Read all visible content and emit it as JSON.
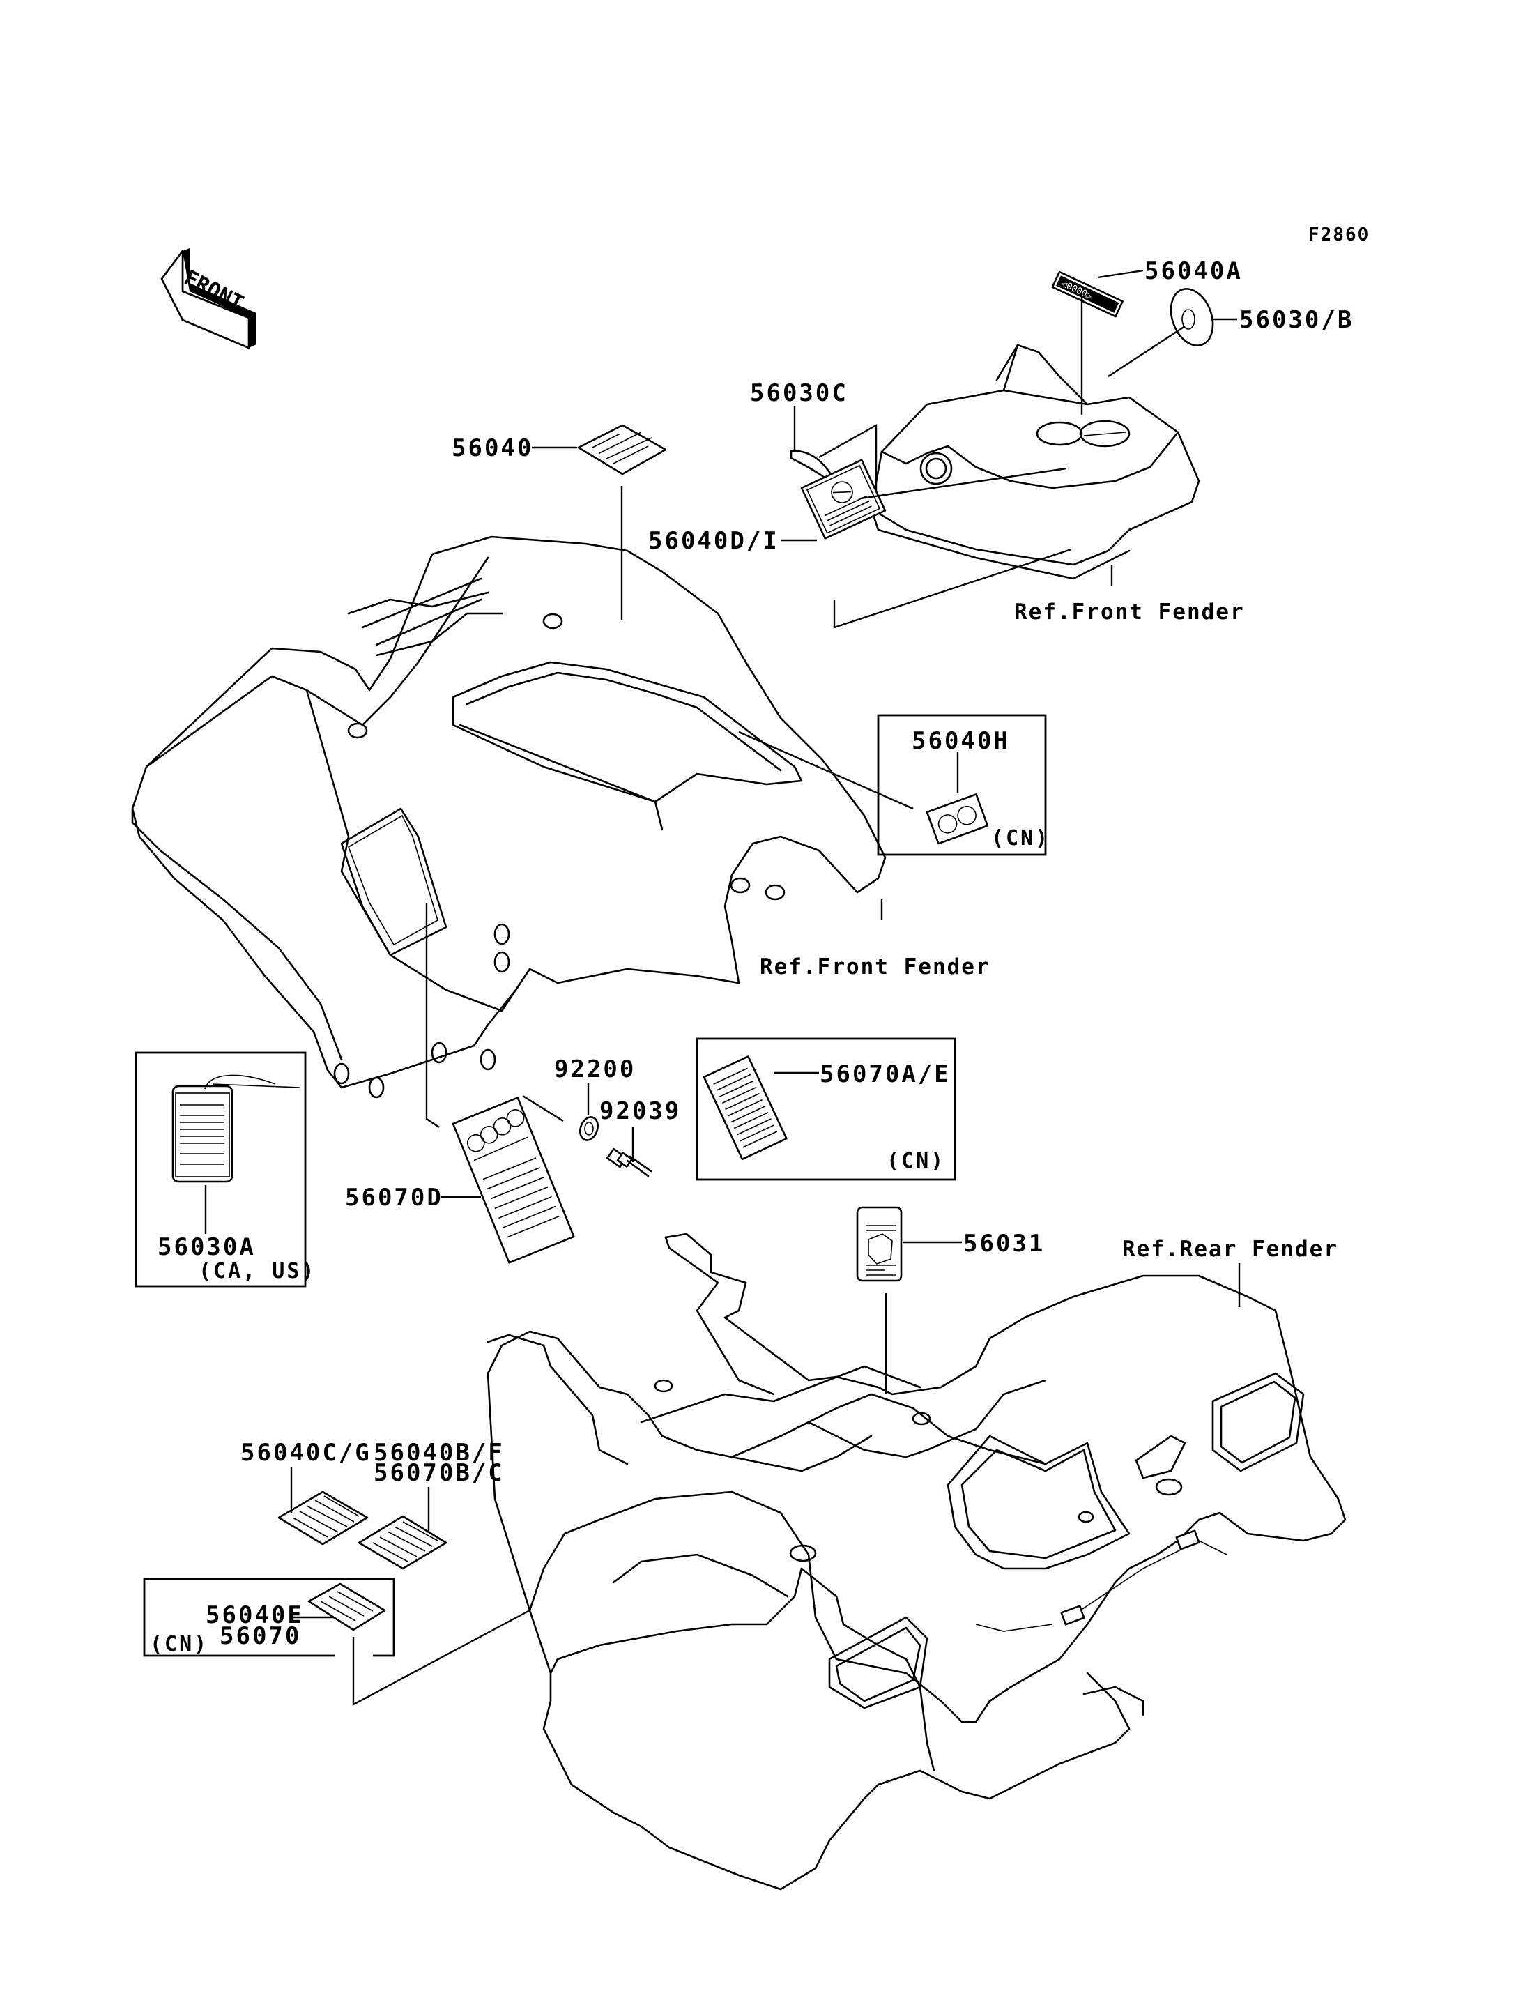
{
  "figure_id": "F2860",
  "front_indicator": {
    "label": "FRONT",
    "icon": "front-arrow-icon"
  },
  "parts": [
    {
      "id": "p56040A",
      "number": "56040A"
    },
    {
      "id": "p56030B",
      "number": "56030/B"
    },
    {
      "id": "p56030C",
      "number": "56030C"
    },
    {
      "id": "p56040",
      "number": "56040"
    },
    {
      "id": "p56040DI",
      "number": "56040D/I"
    },
    {
      "id": "p56040H",
      "number": "56040H",
      "region": "(CN)"
    },
    {
      "id": "p92200",
      "number": "92200"
    },
    {
      "id": "p92039",
      "number": "92039"
    },
    {
      "id": "p56070AE",
      "number": "56070A/E",
      "region": "(CN)"
    },
    {
      "id": "p56030A",
      "number": "56030A",
      "region": "(CA, US)"
    },
    {
      "id": "p56070D",
      "number": "56070D"
    },
    {
      "id": "p56031",
      "number": "56031"
    },
    {
      "id": "p56040CG",
      "number": "56040C/G"
    },
    {
      "id": "p56040BF",
      "number": "56040B/F"
    },
    {
      "id": "p56070BC",
      "number": "56070B/C"
    },
    {
      "id": "p56040E",
      "number": "56040E"
    },
    {
      "id": "p56070",
      "number": "56070",
      "region": "(CN)"
    }
  ],
  "references": {
    "front_fender_top": "Ref.Front Fender",
    "front_fender_mid": "Ref.Front Fender",
    "rear_fender": "Ref.Rear Fender"
  }
}
